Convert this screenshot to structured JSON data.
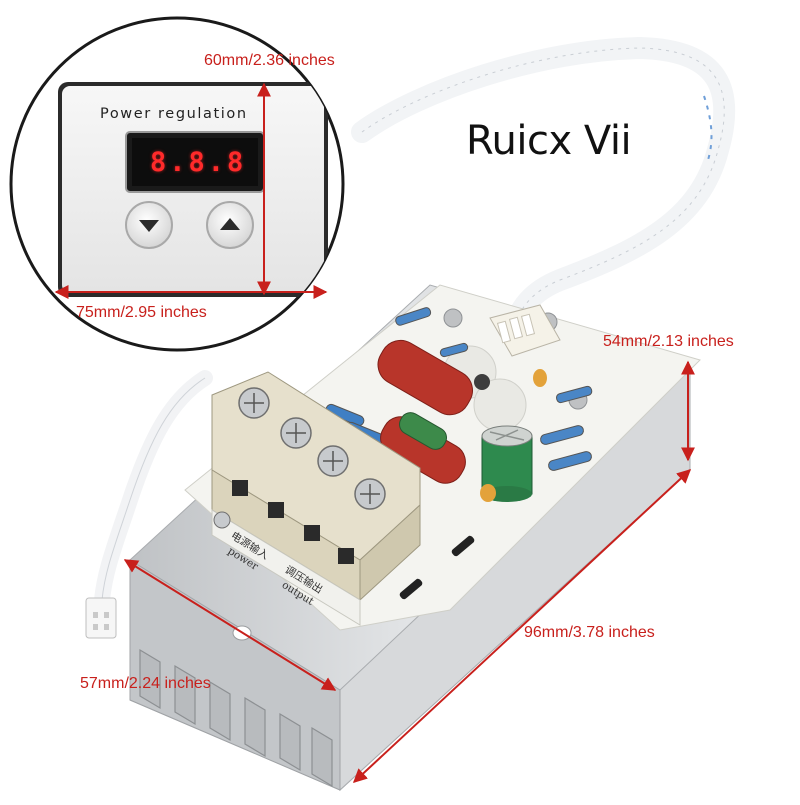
{
  "product": {
    "brand": "Ruicx Vii",
    "panel": {
      "title": "Power regulation",
      "display": "8.8.8",
      "buttons": [
        "down-arrow",
        "up-arrow"
      ]
    },
    "board_labels": {
      "power_input_cn": "电源输入",
      "power_input_en": "power",
      "output_cn": "调压输出",
      "output_en": "output"
    }
  },
  "dimensions": {
    "panel_height": "60mm/2.36 inches",
    "panel_width": "75mm/2.95 inches",
    "module_height": "54mm/2.13 inches",
    "module_length": "96mm/3.78 inches",
    "module_width": "57mm/2.24 inches"
  },
  "colors": {
    "dimension_line": "#c8201c",
    "display_digits": "#ff2a2a",
    "pcb": "#f4f4f0",
    "heatsink": "#d4d6d8",
    "terminal_block": "#e6e0cc"
  }
}
